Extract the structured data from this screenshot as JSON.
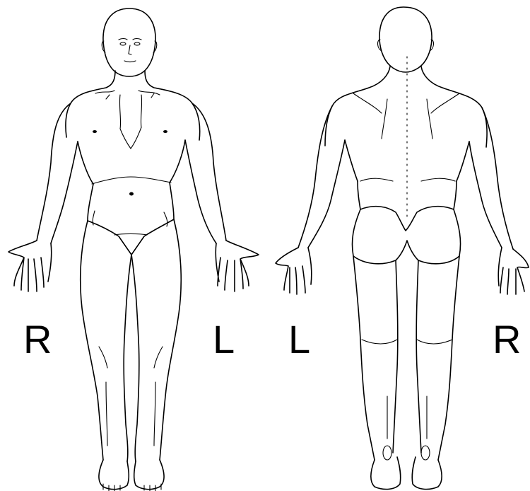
{
  "labels": {
    "front_right": "R",
    "front_left": "L",
    "back_left": "L",
    "back_right": "R"
  },
  "views": [
    "front-view",
    "back-view"
  ],
  "line_color": "#000000",
  "background_color": "#ffffff"
}
